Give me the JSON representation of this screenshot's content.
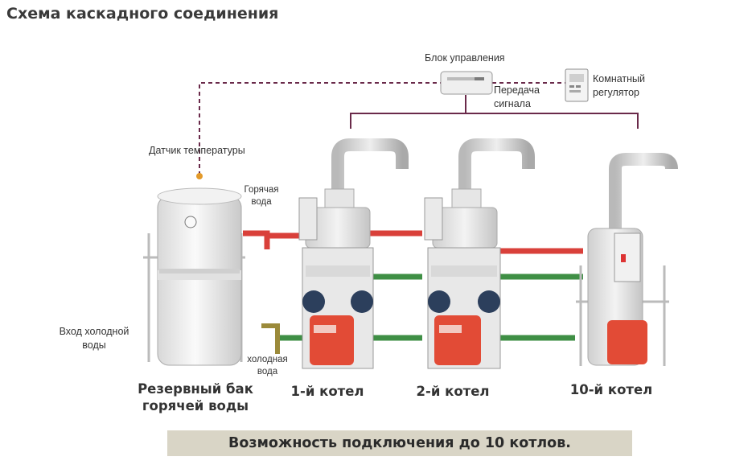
{
  "title": "Схема каскадного соединения",
  "control_unit": "Блок управления",
  "room_regulator": [
    "Комнатный",
    "регулятор"
  ],
  "signal": [
    "Передача",
    "сигнала"
  ],
  "temp_sensor": "Датчик температуры",
  "hot_water": [
    "Горячая",
    "вода"
  ],
  "cold_water": [
    "холодная",
    "вода"
  ],
  "cold_inlet": [
    "Вход холодной",
    "воды"
  ],
  "tank": [
    "Резервный бак",
    "горячей воды"
  ],
  "boiler_1": "1-й котел",
  "boiler_2": "2-й котел",
  "boiler_10": "10-й котел",
  "banner": "Возможность подключения до 10 котлов.",
  "colors": {
    "hot_pipe": "#d9403a",
    "return_pipe": "#3f8f45",
    "signal_line": "#6a2a4a",
    "burner": "#e24b36",
    "banner_bg": "#d9d5c6"
  }
}
